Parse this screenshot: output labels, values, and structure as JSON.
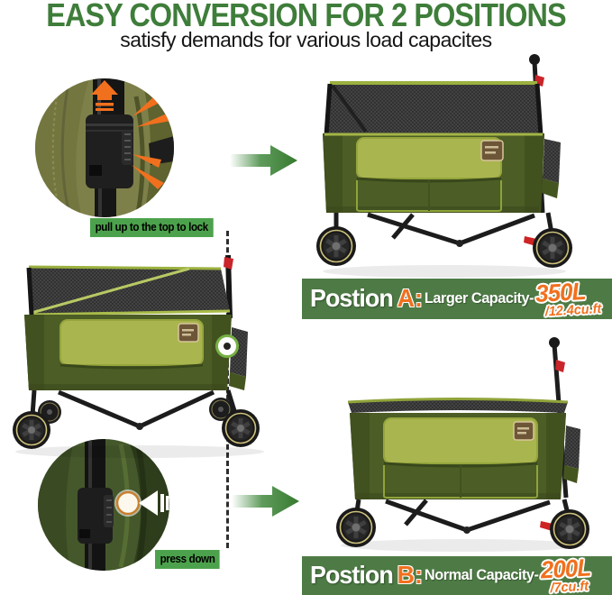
{
  "header": {
    "title": "EASY CONVERSION FOR 2 POSITIONS",
    "subtitle": "satisfy demands for various load capacites"
  },
  "callouts": {
    "pull_up_label": "pull up to the top to lock",
    "press_down_label": "press down"
  },
  "positions": {
    "a": {
      "word": "Postion",
      "letter": "A:",
      "capacity_label": "Larger Capacity-",
      "volume": "350L",
      "volume_cubic": "/12.4cu.ft"
    },
    "b": {
      "word": "Postion",
      "letter": "B:",
      "capacity_label": "Normal Capacity-",
      "volume": "200L",
      "volume_cubic": "/7cu.ft"
    }
  },
  "icons": {
    "pull_up": "arrow-up-icon",
    "convert_top": "arrow-right-icon",
    "convert_bottom": "arrow-right-icon",
    "press": "arrow-left-icon",
    "lock_highlight": "circle-highlight-icon"
  },
  "colors": {
    "title_green": "#3E7D3A",
    "banner_green": "#4E7B45",
    "label_green": "#4CA24C",
    "accent_orange": "#F1701E",
    "arrow_green": "#47913F",
    "wagon_body_green": "#4C5D26",
    "wagon_flap_green": "#A9B54E",
    "trim_green": "#9BB13F",
    "mesh_dark": "#2E2E2E",
    "wheel_rim_gold": "#CEC27C",
    "brake_red": "#CE2424",
    "patch_brown": "#6D5638",
    "text_dark": "#121212"
  }
}
